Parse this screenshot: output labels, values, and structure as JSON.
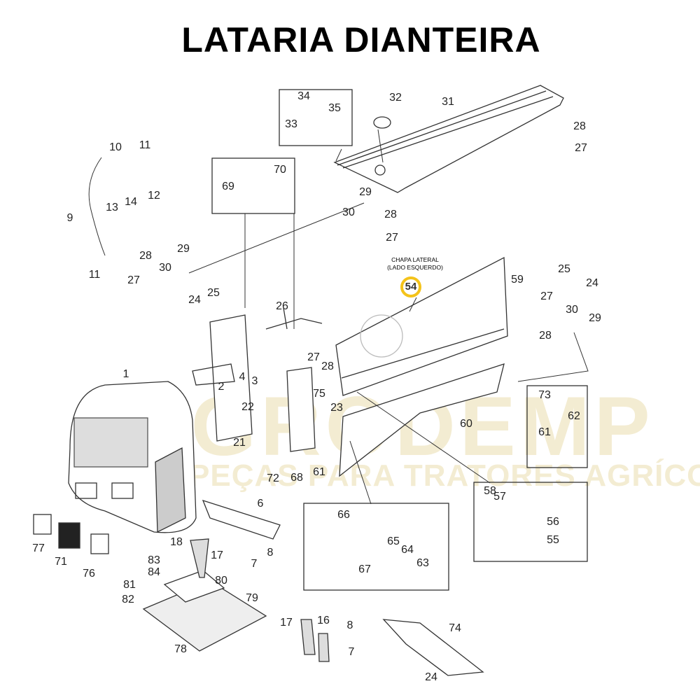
{
  "title": "LATARIA DIANTEIRA",
  "watermark": {
    "brand": "AGRODEMP",
    "tagline": "PEÇAS PARA TRATORES AGRÍCOLAS"
  },
  "callout": {
    "line1": "CHAPA LATERAL",
    "line2": "(LADO ESQUERDO)",
    "part": "54",
    "color": "#f4c31a"
  },
  "labels": [
    "34",
    "35",
    "33",
    "32",
    "31",
    "28",
    "27",
    "10",
    "11",
    "12",
    "13",
    "14",
    "9",
    "11",
    "70",
    "69",
    "29",
    "30",
    "28",
    "27",
    "28",
    "29",
    "30",
    "27",
    "24",
    "25",
    "26",
    "59",
    "25",
    "24",
    "27",
    "30",
    "29",
    "28",
    "1",
    "2",
    "4",
    "3",
    "27",
    "28",
    "75",
    "22",
    "23",
    "21",
    "61",
    "68",
    "72",
    "60",
    "73",
    "62",
    "61",
    "6",
    "58",
    "57",
    "56",
    "55",
    "66",
    "65",
    "64",
    "63",
    "67",
    "77",
    "71",
    "76",
    "18",
    "17",
    "83",
    "84",
    "80",
    "7",
    "8",
    "81",
    "82",
    "79",
    "78",
    "17",
    "16",
    "8",
    "7",
    "74",
    "24"
  ]
}
